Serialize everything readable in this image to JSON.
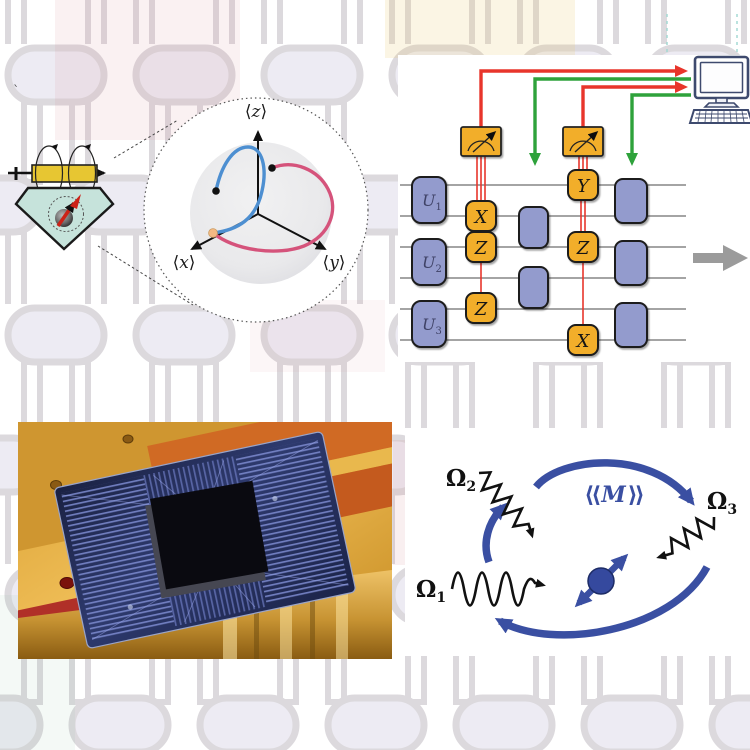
{
  "figure": {
    "bloch": {
      "axis_labels": {
        "z": {
          "open": "⟨",
          "letter": "z",
          "close": "⟩"
        },
        "x": {
          "open": "⟨",
          "letter": "x",
          "close": "⟩"
        },
        "y": {
          "open": "⟨",
          "letter": "y",
          "close": "⟩"
        }
      },
      "colors": {
        "trajectory_a": "#4d8fd1",
        "trajectory_b": "#d5537b",
        "sphere": "#e9e9eb",
        "start_marker": "#f3b983"
      }
    },
    "circuit": {
      "unitaries": [
        {
          "base": "U",
          "sub": "1"
        },
        {
          "base": "U",
          "sub": "2"
        },
        {
          "base": "U",
          "sub": "3"
        }
      ],
      "gates": [
        {
          "label": "X"
        },
        {
          "label": "Z"
        },
        {
          "label": "Z"
        },
        {
          "label": "Y"
        },
        {
          "label": "Z"
        },
        {
          "label": "X"
        }
      ],
      "colors": {
        "unitary_fill": "#939bcd",
        "gate_fill": "#f2ae2c",
        "measurement_wire": "#e8352b",
        "feedforward_wire": "#2ea23b"
      },
      "icons": {
        "meter": "gauge-meter-icon",
        "computer": "desktop-computer-icon",
        "output": "arrow-right-icon"
      }
    },
    "loop": {
      "drives": [
        {
          "base": "Ω",
          "sub": "1"
        },
        {
          "base": "Ω",
          "sub": "2"
        },
        {
          "base": "Ω",
          "sub": "3"
        }
      ],
      "measurement": {
        "open": "⟨⟨",
        "letter": "M",
        "close": "⟩⟩"
      },
      "colors": {
        "accent_blue": "#3a4fa2"
      }
    },
    "photo": {
      "alt": "Photograph of a superconducting quantum processor chip on a gold sample mount"
    }
  }
}
